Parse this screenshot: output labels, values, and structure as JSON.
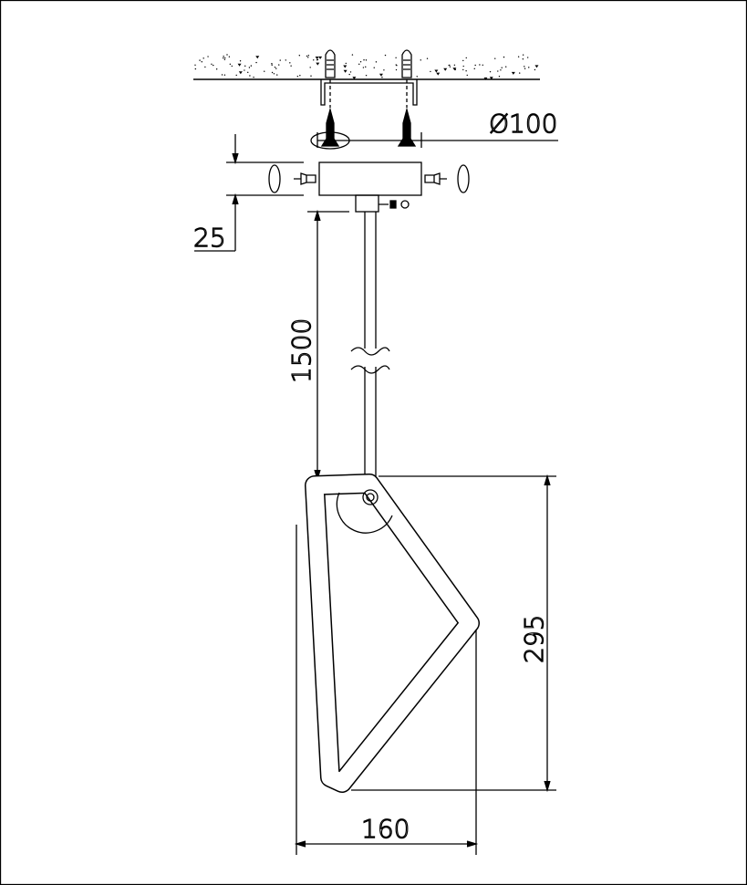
{
  "dimensions": {
    "diameter": "Ø100",
    "canopy_height": "25",
    "cable_length": "1500",
    "height": "295",
    "width": "160"
  },
  "colors": {
    "line": "#000000",
    "background": "#ffffff"
  }
}
